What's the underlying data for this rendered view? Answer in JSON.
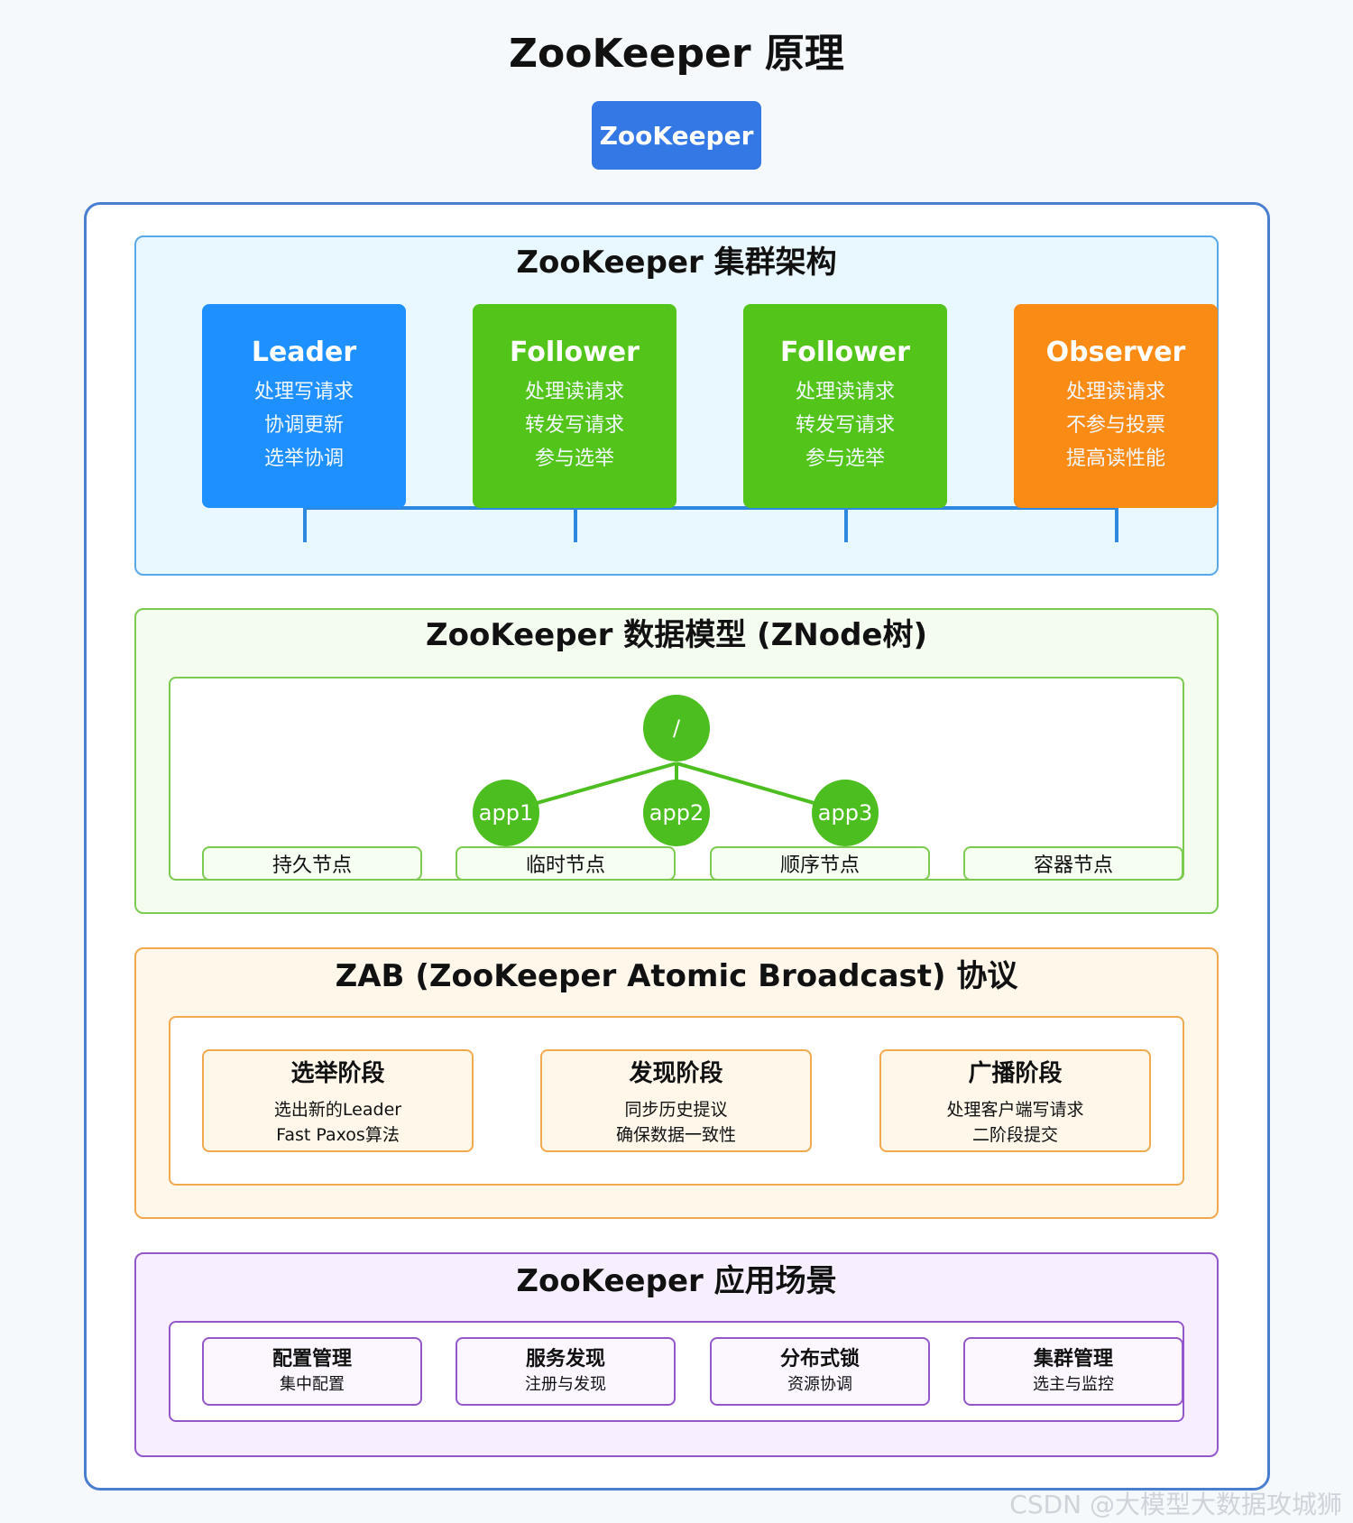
{
  "title": "ZooKeeper 原理",
  "badge": "ZooKeeper",
  "colors": {
    "leader": "#1e90ff",
    "follower": "#52c41a",
    "observer": "#fa8c16",
    "badge": "#3478e5"
  },
  "cluster": {
    "title": "ZooKeeper 集群架构",
    "nodes": [
      {
        "role": "Leader",
        "duties": [
          "处理写请求",
          "协调更新",
          "选举协调"
        ]
      },
      {
        "role": "Follower",
        "duties": [
          "处理读请求",
          "转发写请求",
          "参与选举"
        ]
      },
      {
        "role": "Follower",
        "duties": [
          "处理读请求",
          "转发写请求",
          "参与选举"
        ]
      },
      {
        "role": "Observer",
        "duties": [
          "处理读请求",
          "不参与投票",
          "提高读性能"
        ]
      }
    ]
  },
  "data_model": {
    "title": "ZooKeeper 数据模型 (ZNode树)",
    "root": "/",
    "children": [
      "app1",
      "app2",
      "app3"
    ],
    "node_types": [
      "持久节点",
      "临时节点",
      "顺序节点",
      "容器节点"
    ]
  },
  "zab": {
    "title": "ZAB (ZooKeeper Atomic Broadcast) 协议",
    "phases": [
      {
        "name": "选举阶段",
        "lines": [
          "选出新的Leader",
          "Fast Paxos算法"
        ]
      },
      {
        "name": "发现阶段",
        "lines": [
          "同步历史提议",
          "确保数据一致性"
        ]
      },
      {
        "name": "广播阶段",
        "lines": [
          "处理客户端写请求",
          "二阶段提交"
        ]
      }
    ]
  },
  "scenarios": {
    "title": "ZooKeeper 应用场景",
    "items": [
      {
        "name": "配置管理",
        "desc": "集中配置"
      },
      {
        "name": "服务发现",
        "desc": "注册与发现"
      },
      {
        "name": "分布式锁",
        "desc": "资源协调"
      },
      {
        "name": "集群管理",
        "desc": "选主与监控"
      }
    ]
  },
  "watermark": "CSDN @大模型大数据攻城狮"
}
